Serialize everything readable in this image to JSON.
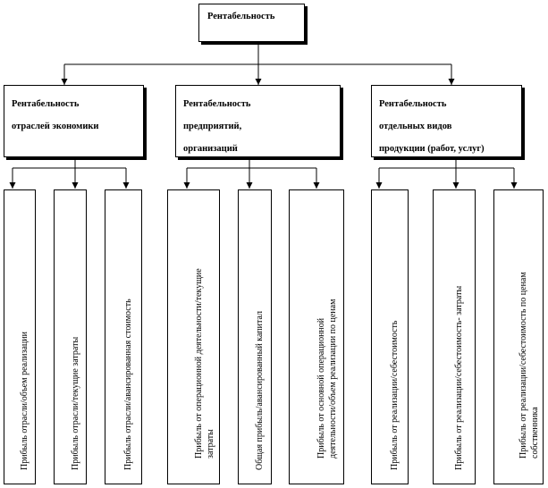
{
  "root": {
    "label": "Рентабельность"
  },
  "categories": [
    {
      "lines": [
        "Рентабельность",
        "отраслей экономики"
      ]
    },
    {
      "lines": [
        "Рентабельность",
        "предприятий,",
        "организаций"
      ]
    },
    {
      "lines": [
        "Рентабельность",
        "отдельных  видов",
        "продукции (работ, услуг)"
      ]
    }
  ],
  "leaves": [
    {
      "lines": [
        "Прибыль отрасли/объем реализации"
      ]
    },
    {
      "lines": [
        "Прибыль отрасли/текущие затраты"
      ]
    },
    {
      "lines": [
        "Прибыль отрасли/авансированная стоимость"
      ]
    },
    {
      "lines": [
        "Прибыль от операционной деятельности/текущие",
        "затраты"
      ]
    },
    {
      "lines": [
        "Общая прибыль/авансированный капитал"
      ]
    },
    {
      "lines": [
        "Прибыль от основной операционной",
        "деятельности/объем реализации по ценам"
      ]
    },
    {
      "lines": [
        "Прибыль от реализации/себестоимость"
      ]
    },
    {
      "lines": [
        "Прибыль от реализации/себестоимость- затраты"
      ]
    },
    {
      "lines": [
        "Прибыль от реализации/себестоимость по ценам",
        "собственника"
      ]
    }
  ]
}
